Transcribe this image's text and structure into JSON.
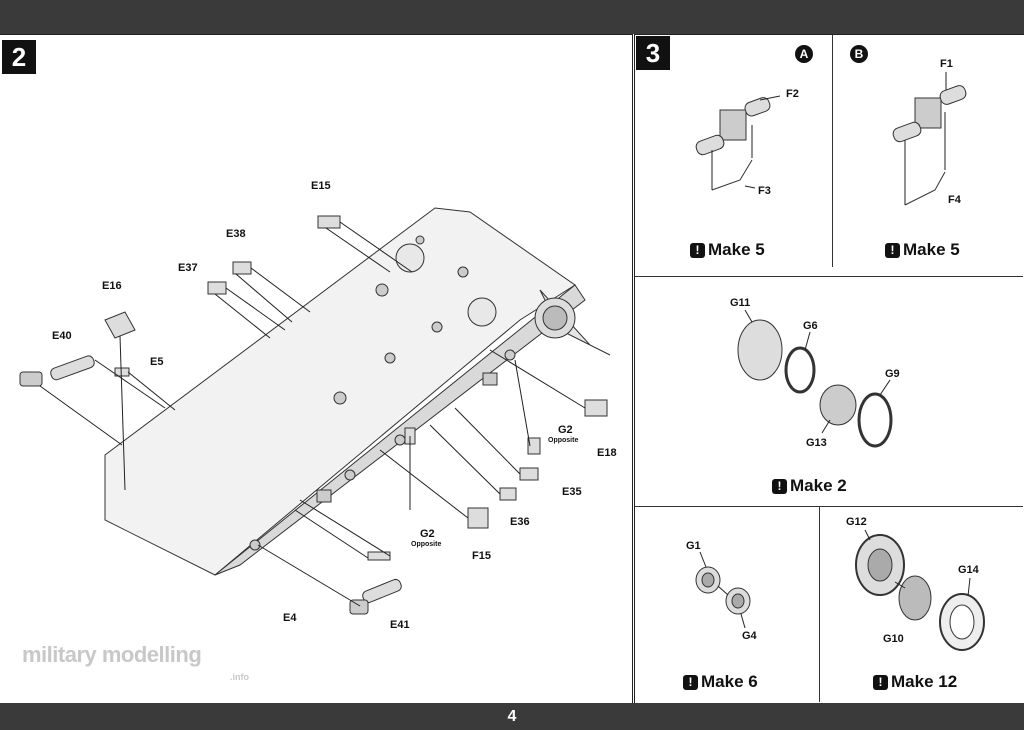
{
  "page_number": "4",
  "step2": {
    "badge": "2",
    "labels": {
      "E15": "E15",
      "E38": "E38",
      "E37": "E37",
      "E16": "E16",
      "E40": "E40",
      "E5": "E5",
      "G2a": "G2",
      "G2a_note": "Opposite",
      "E18": "E18",
      "E35": "E35",
      "E36": "E36",
      "G2b": "G2",
      "G2b_note": "Opposite",
      "F15": "F15",
      "E4": "E4",
      "E41": "E41"
    }
  },
  "step3": {
    "badge": "3",
    "A": {
      "badge": "A",
      "parts": [
        "F2",
        "F3"
      ],
      "make": "Make 5"
    },
    "B": {
      "badge": "B",
      "parts": [
        "F1",
        "F4"
      ],
      "make": "Make 5"
    },
    "mid": {
      "parts": [
        "G11",
        "G6",
        "G9",
        "G13"
      ],
      "make": "Make 2"
    },
    "bl": {
      "parts": [
        "G1",
        "G4"
      ],
      "make": "Make 6"
    },
    "br": {
      "parts": [
        "G12",
        "G14",
        "G10"
      ],
      "make": "Make 12"
    },
    "warn_symbol": "!"
  },
  "watermark": {
    "main": "military modelling",
    "sub": ".info"
  }
}
